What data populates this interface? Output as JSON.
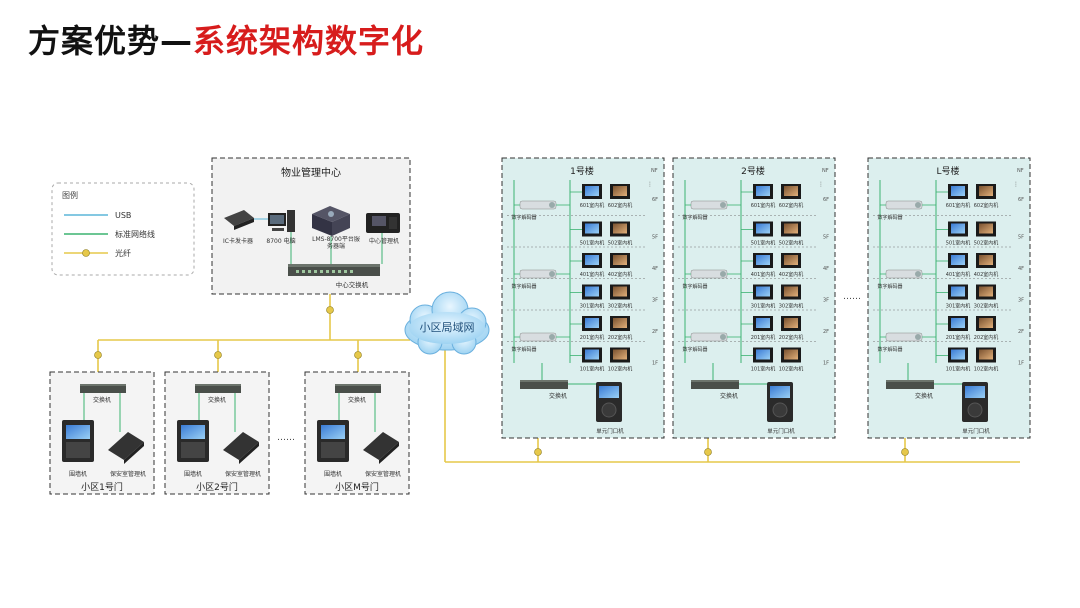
{
  "title": {
    "part1": "方案优势—",
    "part2": "系统架构数字化"
  },
  "legend": {
    "heading": "图例",
    "items": [
      {
        "label": "USB",
        "color": "#5bb6d8"
      },
      {
        "label": "标准网络线",
        "color": "#3cb371"
      },
      {
        "label": "光纤",
        "color": "#e6c84a"
      }
    ]
  },
  "management_center": {
    "title": "物业管理中心",
    "devices": [
      "IC卡发卡器",
      "8700 电脑",
      "LMS-8700平台服务器端",
      "中心管理机"
    ],
    "switch_label": "中心交换机"
  },
  "cloud_label": "小区局域网",
  "gates": [
    {
      "name": "小区1号门",
      "switch": "交换机",
      "unit": "围墙机",
      "guard": "保安室管理机"
    },
    {
      "name": "小区2号门",
      "switch": "交换机",
      "unit": "围墙机",
      "guard": "保安室管理机"
    },
    {
      "name": "小区M号门",
      "switch": "交换机",
      "unit": "围墙机",
      "guard": "保安室管理机"
    }
  ],
  "gate_ellipsis": "……",
  "building_ellipsis": "……",
  "buildings": [
    {
      "name": "1号楼",
      "switch": "交换机",
      "door": "单元门口机",
      "decoder": "数字解码器"
    },
    {
      "name": "2号楼",
      "switch": "交换机",
      "door": "单元门口机",
      "decoder": "数字解码器"
    },
    {
      "name": "L号楼",
      "switch": "交换机",
      "door": "单元门口机",
      "decoder": "数字解码器"
    }
  ],
  "floors": [
    {
      "level": "6F",
      "left": "601室内机",
      "right": "602室内机"
    },
    {
      "level": "5F",
      "left": "501室内机",
      "right": "502室内机"
    },
    {
      "level": "4F",
      "left": "401室内机",
      "right": "402室内机"
    },
    {
      "level": "3F",
      "left": "301室内机",
      "right": "302室内机"
    },
    {
      "level": "2F",
      "left": "201室内机",
      "right": "202室内机"
    },
    {
      "level": "1F",
      "left": "101室内机",
      "right": "102室内机"
    }
  ],
  "top_floor_label": "NF",
  "colors": {
    "usb": "#5bb6d8",
    "lan": "#3cb371",
    "fiber": "#e6c84a",
    "title_red": "#d71c1c",
    "building_bg": "#dcefee"
  }
}
